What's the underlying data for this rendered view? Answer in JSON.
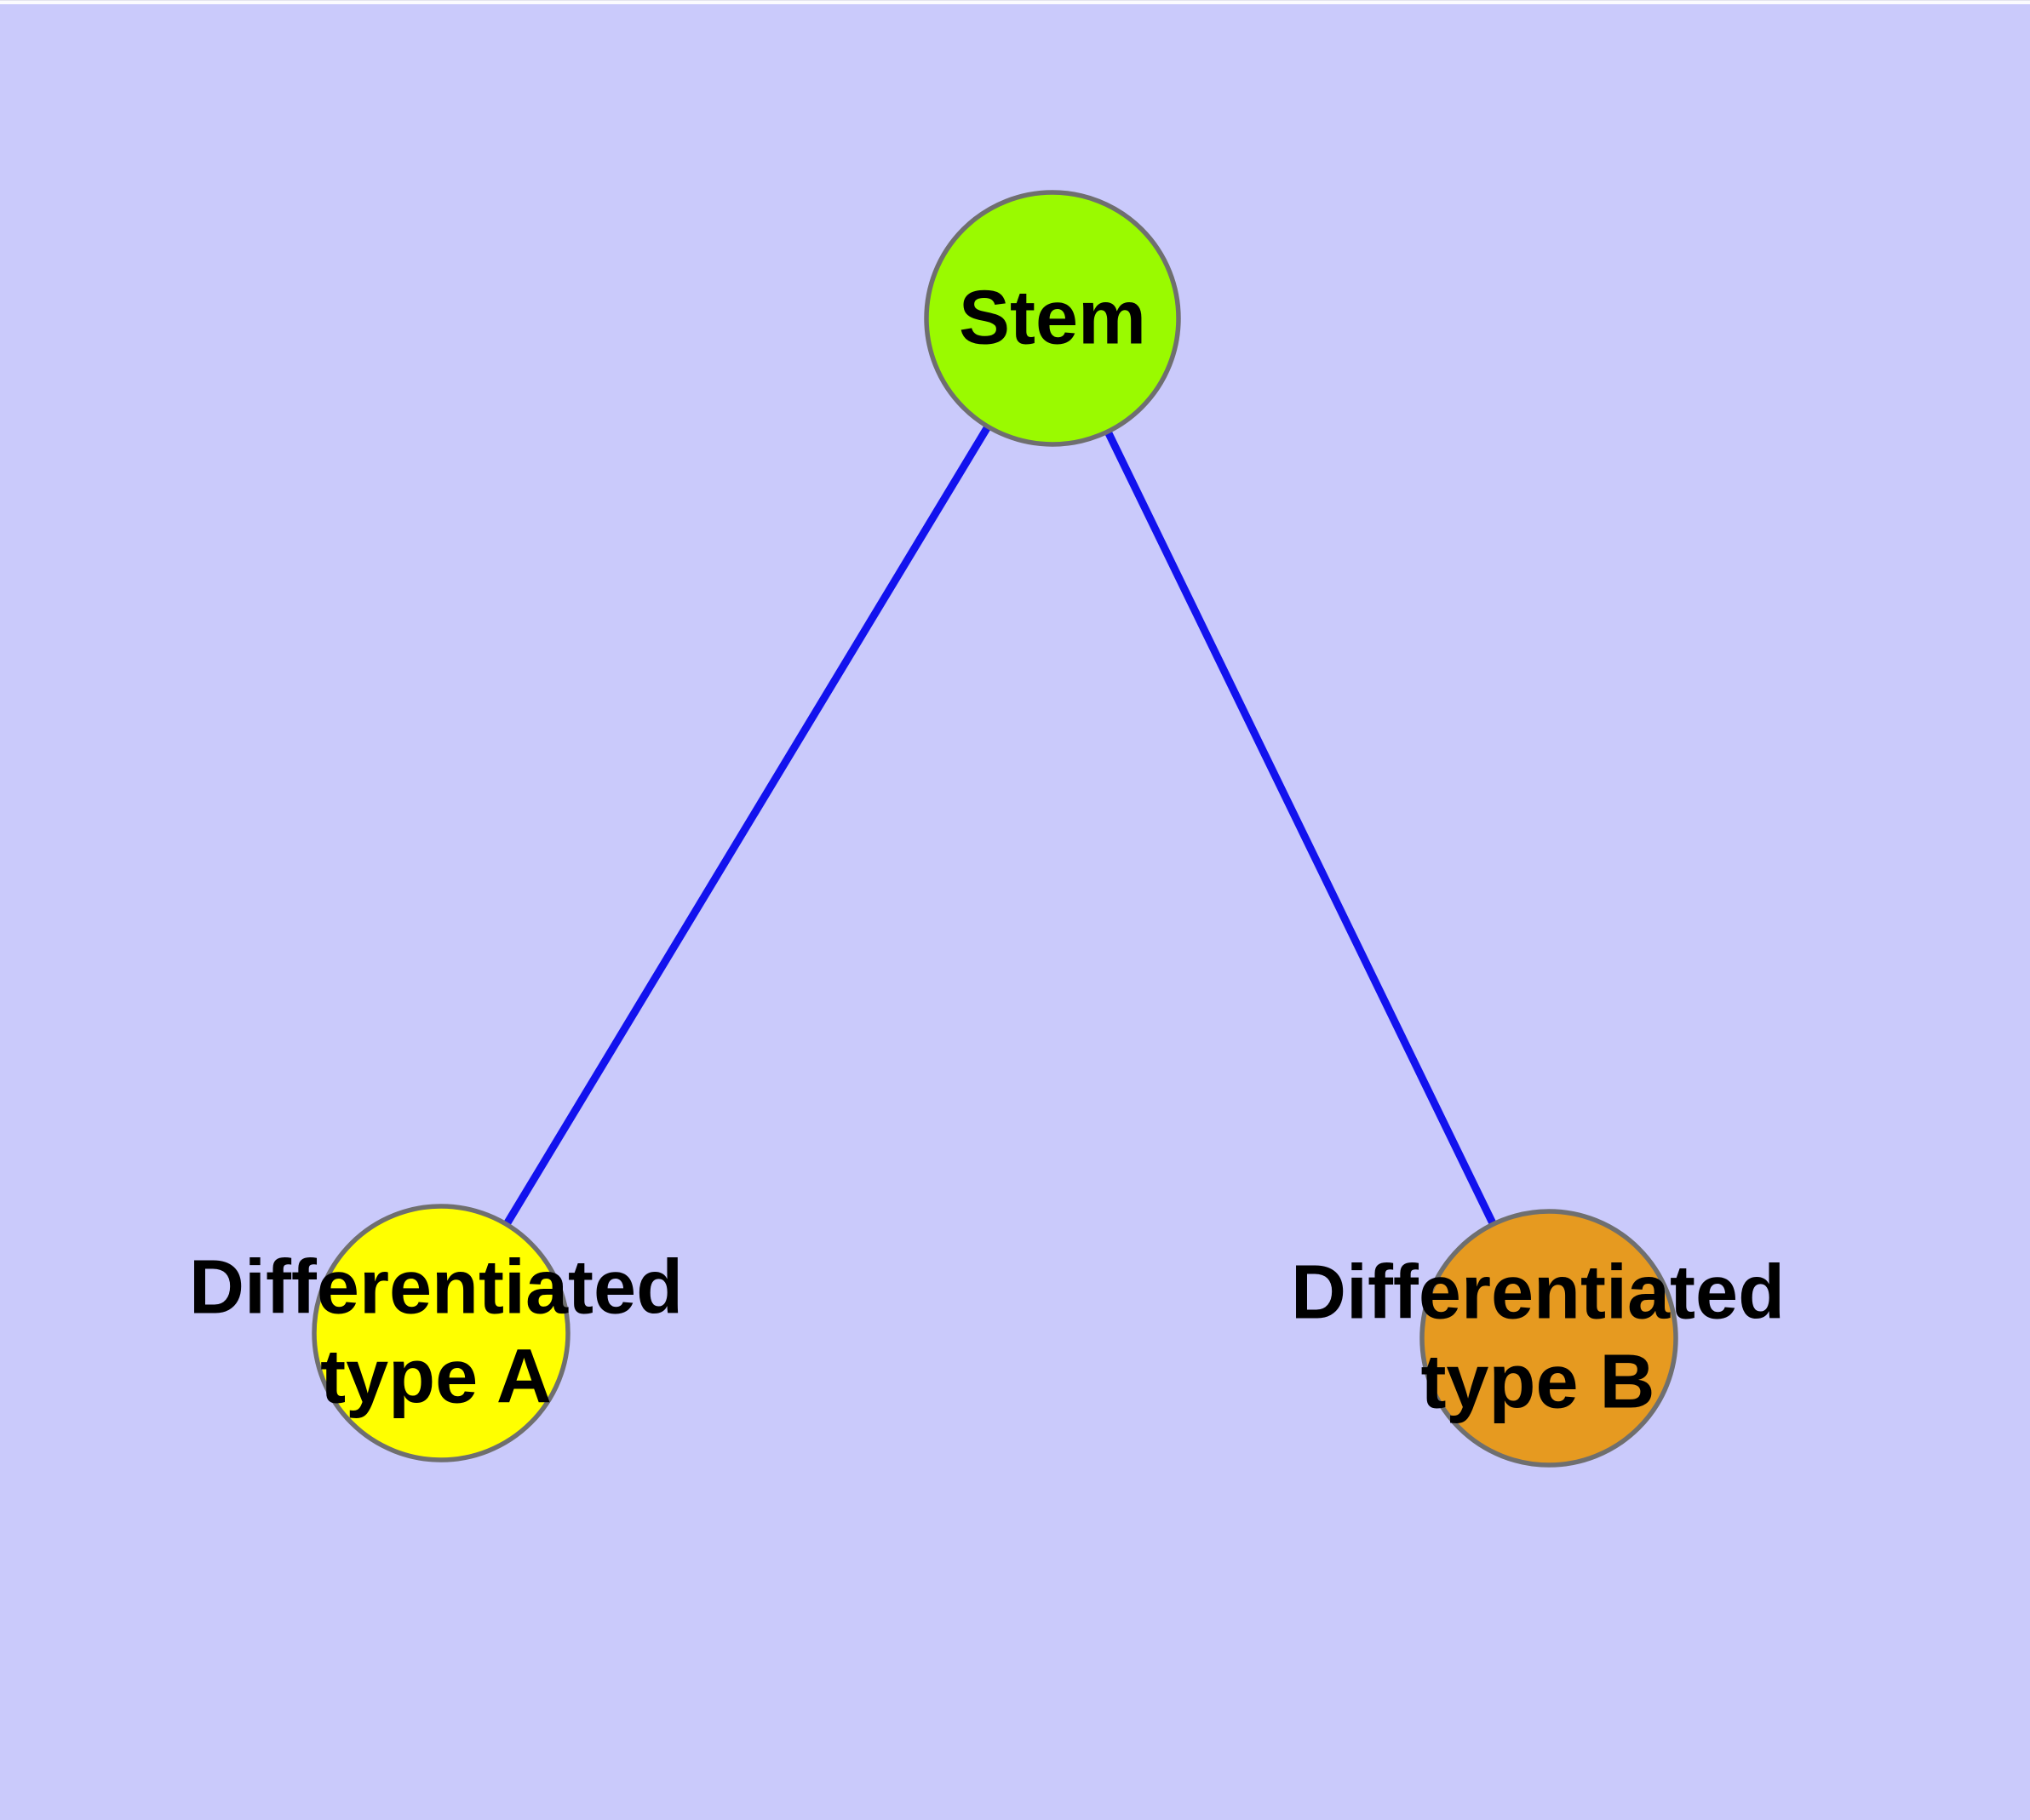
{
  "diagram": {
    "type": "node-link-graph",
    "nodes": [
      {
        "id": "stem",
        "label": "Stem",
        "fill": "#9AFA00"
      },
      {
        "id": "diff-a",
        "label": "Differentiated\ntype A",
        "fill": "#FFFF00"
      },
      {
        "id": "diff-b",
        "label": "Differentiated\ntype B",
        "fill": "#E69A20"
      }
    ],
    "edges": [
      {
        "from": "stem",
        "to": "diff-a"
      },
      {
        "from": "stem",
        "to": "diff-b"
      }
    ],
    "colors": {
      "background": "#CACAFB",
      "edge": "#1212EE",
      "node_border": "#6F6F6F",
      "label_text": "#000000"
    }
  }
}
